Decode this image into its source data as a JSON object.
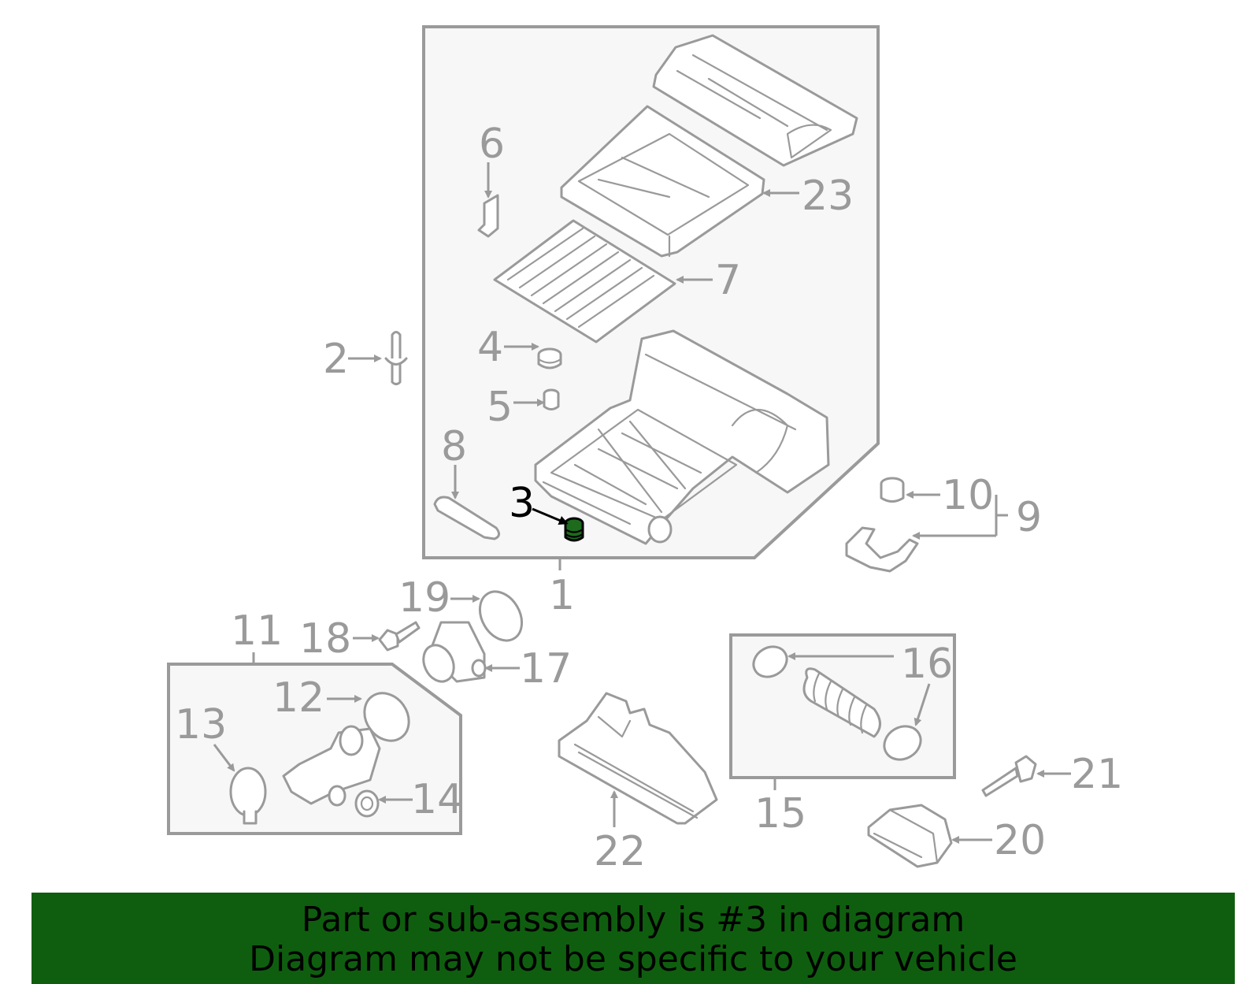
{
  "highlight_part": "3",
  "callouts": [
    "1",
    "2",
    "3",
    "4",
    "5",
    "6",
    "7",
    "8",
    "9",
    "10",
    "11",
    "12",
    "13",
    "14",
    "15",
    "16",
    "17",
    "18",
    "19",
    "20",
    "21",
    "22",
    "23"
  ],
  "colors": {
    "label": "#9a9a9a",
    "highlight_label": "#000000",
    "highlight_fill": "#1e6b1e",
    "banner_bg": "#0f5e0f",
    "box_fill": "#f7f7f7"
  },
  "banner": {
    "line1": "Part or sub-assembly is #3 in diagram",
    "line2": "Diagram may not be specific to your vehicle"
  }
}
